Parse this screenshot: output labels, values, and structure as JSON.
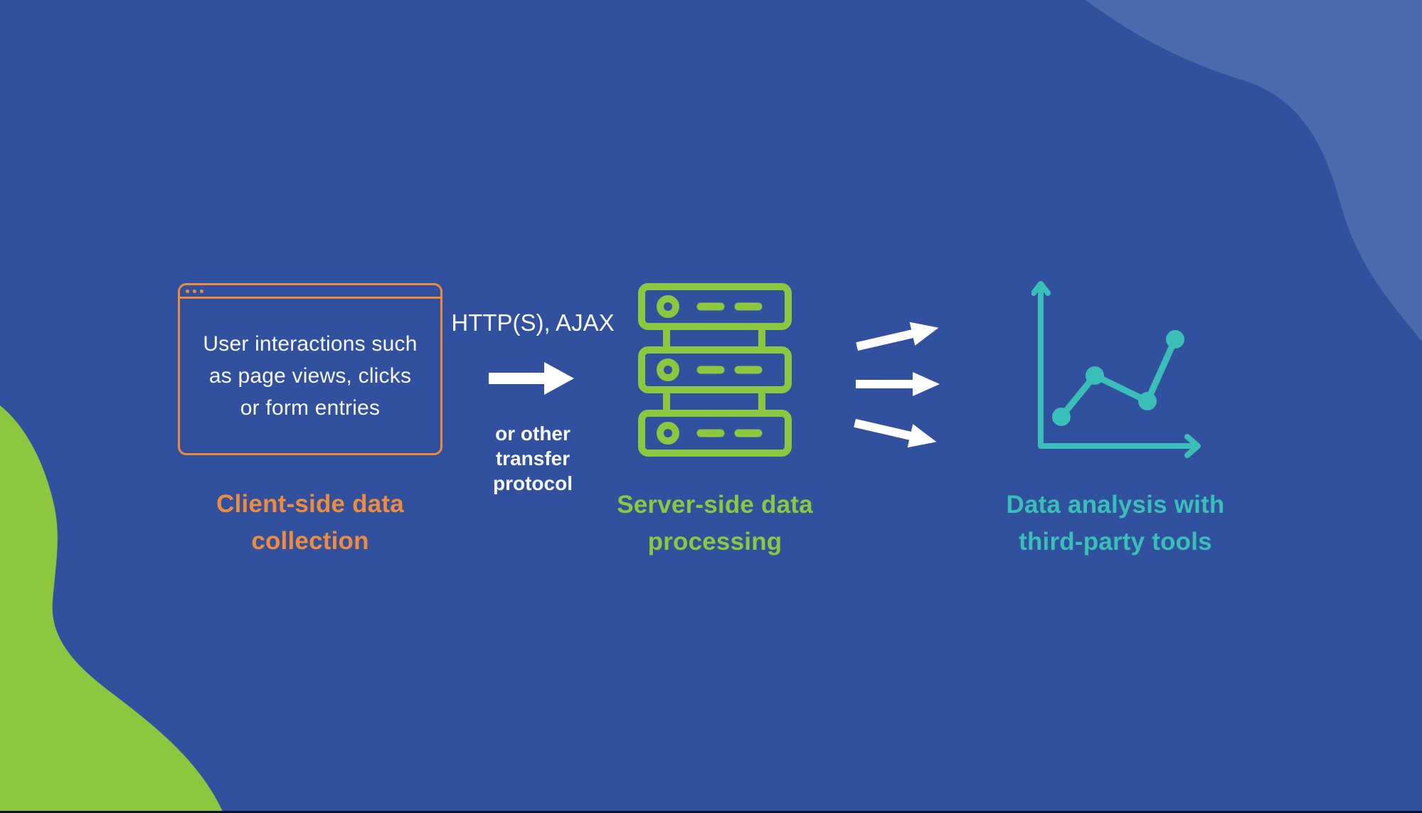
{
  "palette": {
    "background": "#31519E",
    "background_light": "#4C69AF",
    "green": "#8DC63F",
    "orange": "#EF8B3E",
    "teal": "#39BEB8",
    "text_white": "#F5F8FF",
    "arrow_white": "#FFFFFF",
    "bottom_edge": "#0D1228"
  },
  "diagram": {
    "client": {
      "window_lines": [
        "User interactions such",
        "as page views, clicks",
        "or form entries"
      ],
      "label_lines": [
        "Client-side data",
        "collection"
      ]
    },
    "transfer": {
      "protocol": "HTTP(S), AJAX",
      "note_lines": [
        "or other",
        "transfer",
        "protocol"
      ]
    },
    "server": {
      "label_lines": [
        "Server-side data",
        "processing"
      ]
    },
    "analysis": {
      "label_lines": [
        "Data analysis with",
        "third-party tools"
      ]
    }
  },
  "icons": {
    "browser_window": "browser-window-icon",
    "transfer_arrow": "arrow-right-icon",
    "flow_arrows": [
      "arrow-up-right-icon",
      "arrow-right-icon",
      "arrow-down-right-icon"
    ],
    "server_rack": "server-rack-icon",
    "line_chart": "line-chart-icon"
  }
}
